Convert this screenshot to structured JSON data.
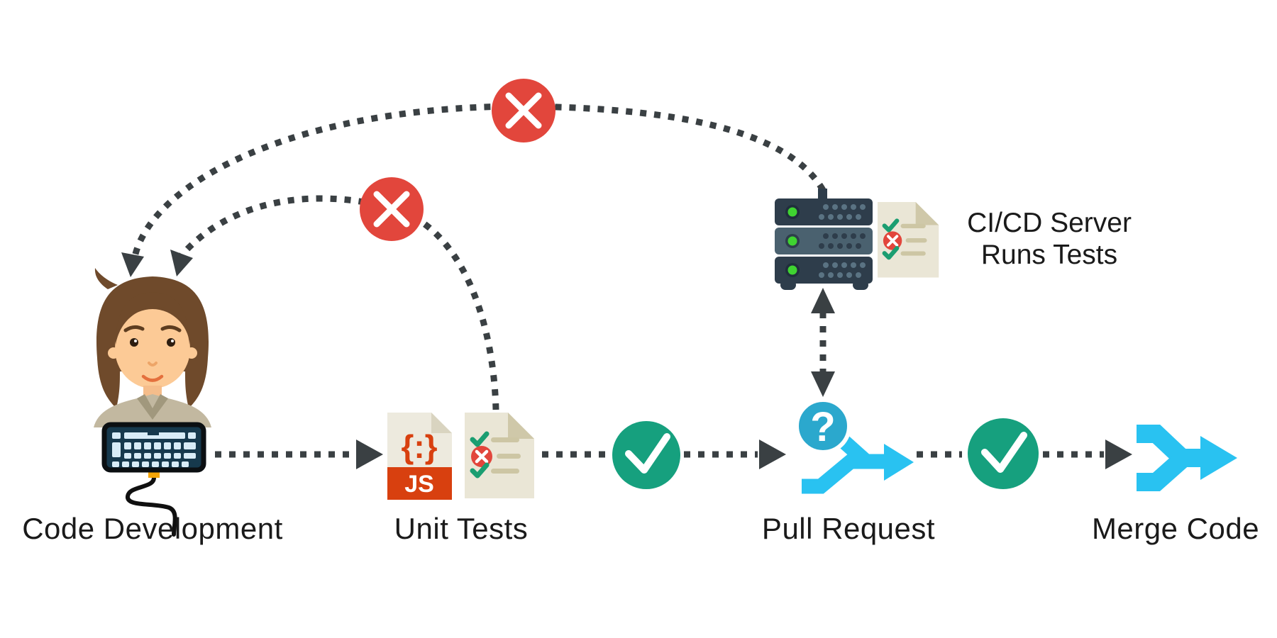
{
  "diagram": {
    "kind": "flowchart",
    "subject": "CI/CD code integration workflow"
  },
  "nodes": {
    "code_development": {
      "label": "Code Development"
    },
    "unit_tests": {
      "label": "Unit Tests"
    },
    "pull_request": {
      "label": "Pull Request",
      "badge": "?"
    },
    "merge_code": {
      "label": "Merge Code"
    },
    "ci_cd_server": {
      "label_line1": "CI/CD Server",
      "label_line2": "Runs Tests"
    }
  },
  "icons": {
    "js_file": {
      "symbol": "{:}",
      "badge": "JS"
    }
  },
  "edges": [
    {
      "from": "code_development",
      "to": "unit_tests",
      "style": "dotted-arrow"
    },
    {
      "from": "unit_tests",
      "to": "pull_request",
      "via": "pass-check",
      "style": "dotted-arrow"
    },
    {
      "from": "pull_request",
      "to": "ci_cd_server",
      "style": "dotted-double-arrow"
    },
    {
      "from": "pull_request",
      "to": "merge_code",
      "via": "pass-check",
      "style": "dotted-arrow"
    },
    {
      "from": "unit_tests",
      "to": "code_development",
      "via": "fail-cross",
      "style": "dotted-curve"
    },
    {
      "from": "ci_cd_server",
      "to": "code_development",
      "via": "fail-cross",
      "style": "dotted-curve"
    }
  ],
  "colors": {
    "background": "#ffffff",
    "connector": "#3a4043",
    "fail_red": "#e2463c",
    "pass_green": "#16a07e",
    "merge_cyan": "#29c2f1",
    "question_cyan": "#2ba8cd",
    "js_orange": "#d8400f",
    "doc_cream": "#eae6d6",
    "doc_cream_light": "#edeade",
    "doc_fold": "#cfc8a9",
    "doc_line": "#cdc6a4",
    "check_green": "#1b9e71",
    "server_dark": "#2e3d4b",
    "server_mid": "#4a616f",
    "led_green": "#3fd331",
    "keyboard_navy": "#16394d",
    "key_blue": "#d8ecf7",
    "plug_orange": "#f5a506",
    "hair_brown": "#6f4a2b",
    "skin": "#fcca96",
    "shirt_tan": "#c2b8a0",
    "label_text": "#1a1a1a"
  }
}
